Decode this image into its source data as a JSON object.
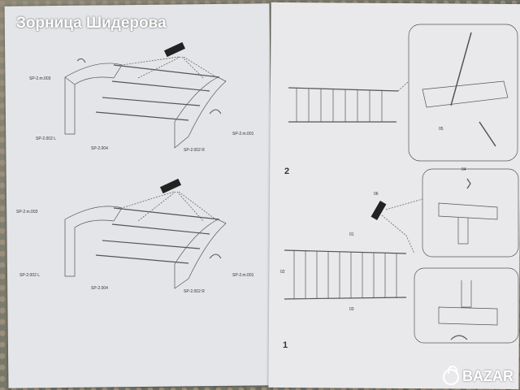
{
  "seller_name": "Зорница Шидерова",
  "watermark": "BAZAR",
  "page_numbers": {
    "left": "1",
    "right": "2"
  },
  "left_sheet": {
    "top_diagram": {
      "labels": [
        "SP-2.m.003",
        "SP-2.002 L",
        "SP-2.004",
        "SP-2.002 R",
        "SP-2.m.001"
      ]
    },
    "bottom_diagram": {
      "labels": [
        "SP-2.m.003",
        "SP-2.002 L",
        "SP-2.004",
        "SP-2.002 R",
        "SP-2.m.001"
      ]
    }
  },
  "right_sheet": {
    "callouts": [
      "01",
      "02",
      "03",
      "04",
      "05",
      "06"
    ]
  }
}
